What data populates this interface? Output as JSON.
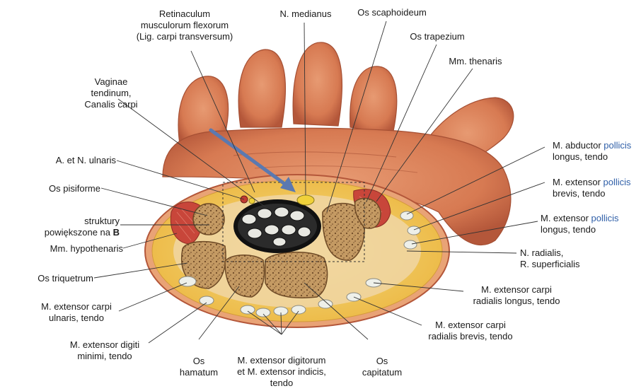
{
  "labels": {
    "retinaculum": [
      "Retinaculum",
      "musculorum flexorum",
      "(Lig. carpi transversum)"
    ],
    "n_medianus": [
      "N. medianus"
    ],
    "os_scaphoideum": [
      "Os scaphoideum"
    ],
    "os_trapezium": [
      "Os trapezium"
    ],
    "mm_thenaris": [
      "Mm. thenaris"
    ],
    "vaginae": [
      "Vaginae",
      "tendinum,",
      "Canalis carpi"
    ],
    "a_n_ulnaris": [
      "A. et N. ulnaris"
    ],
    "os_pisiforme": [
      "Os pisiforme"
    ],
    "struktury": [
      "struktury",
      "powiększone na "
    ],
    "struktury_bold": "B",
    "mm_hypothenaris": [
      "Mm. hypothenaris"
    ],
    "os_triquetrum": [
      "Os triquetrum"
    ],
    "ext_carpi_ulnaris": [
      "M. extensor carpi",
      "ulnaris, tendo"
    ],
    "ext_digiti_minimi": [
      "M. extensor digiti",
      "minimi, tendo"
    ],
    "os_hamatum": [
      "Os",
      "hamatum"
    ],
    "ext_digitorum": [
      "M. extensor digitorum",
      "et M. extensor indicis,",
      "tendo"
    ],
    "os_capitatum": [
      "Os",
      "capitatum"
    ],
    "abd_poll_long": {
      "a": "M. abductor ",
      "b": "pollicis",
      "c": "longus, tendo"
    },
    "ext_poll_brevis": {
      "a": "M. extensor ",
      "b": "pollicis",
      "c": "brevis, tendo"
    },
    "ext_poll_longus": {
      "a": "M. extensor ",
      "b": "pollicis",
      "c": "longus, tendo"
    },
    "n_radialis": [
      "N. radialis,",
      "R. superficialis"
    ],
    "ext_carpi_rad_longus": [
      "M. extensor carpi",
      "radialis longus, tendo"
    ],
    "ext_carpi_rad_brevis": [
      "M. extensor carpi",
      "radialis brevis, tendo"
    ]
  },
  "colors": {
    "skin": "#d77a52",
    "skin_dark": "#b4573a",
    "fat": "#f2c452",
    "bone": "#c49a63",
    "muscle": "#c8463a",
    "arrow": "#5b79b0",
    "label_accent": "#2f5fa8"
  }
}
